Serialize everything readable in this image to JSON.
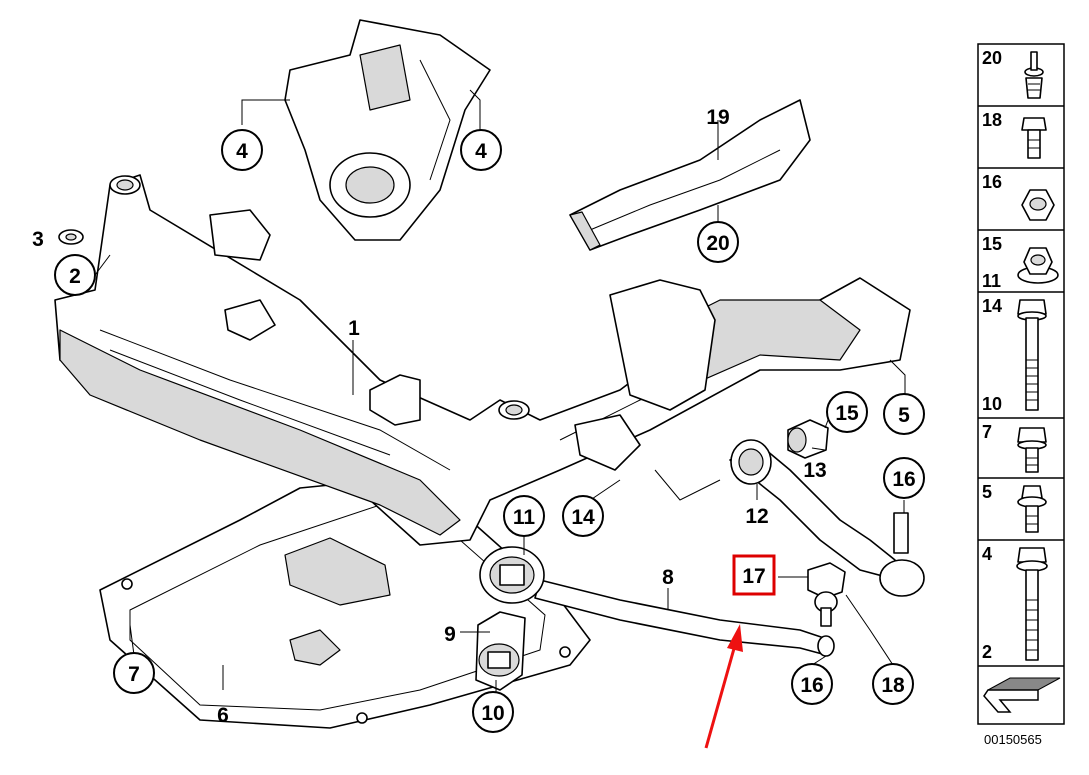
{
  "callouts": {
    "c1": "1",
    "c2": "2",
    "c3": "3",
    "c4a": "4",
    "c4b": "4",
    "c5": "5",
    "c6": "6",
    "c7": "7",
    "c8": "8",
    "c9": "9",
    "c10": "10",
    "c11": "11",
    "c12": "12",
    "c13": "13",
    "c14": "14",
    "c15": "15",
    "c16a": "16",
    "c16b": "16",
    "c17": "17",
    "c18": "18",
    "c19": "19",
    "c20": "20"
  },
  "legend": {
    "rows": [
      {
        "label": "20"
      },
      {
        "label": "18"
      },
      {
        "label": "16"
      },
      {
        "label": "15",
        "label2": "11"
      },
      {
        "label": "14",
        "label2": "10"
      },
      {
        "label": "7"
      },
      {
        "label": "5"
      },
      {
        "label": "4",
        "label2": "2"
      }
    ],
    "diagram_code": "00150565"
  },
  "highlight": {
    "target": "17",
    "color": "#dd0000"
  },
  "arrow": {
    "color": "#ee1111"
  }
}
